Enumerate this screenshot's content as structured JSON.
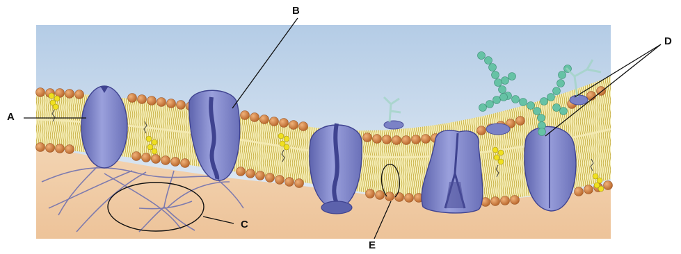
{
  "labels": {
    "A": "A",
    "B": "B",
    "C": "C",
    "D": "D",
    "E": "E"
  },
  "colors": {
    "sky_top": "#b8cfe6",
    "sky_bottom": "#eef2f6",
    "cytoplasm": "#efc9a3",
    "phospholipid_head": "#c97a3a",
    "lipid_tail": "#e9dd7a",
    "protein": "#7f86c8",
    "protein_dark": "#4b4f9a",
    "carbohydrate": "#66c2a5",
    "cholesterol": "#f0e020",
    "filament": "#6a6db0"
  }
}
